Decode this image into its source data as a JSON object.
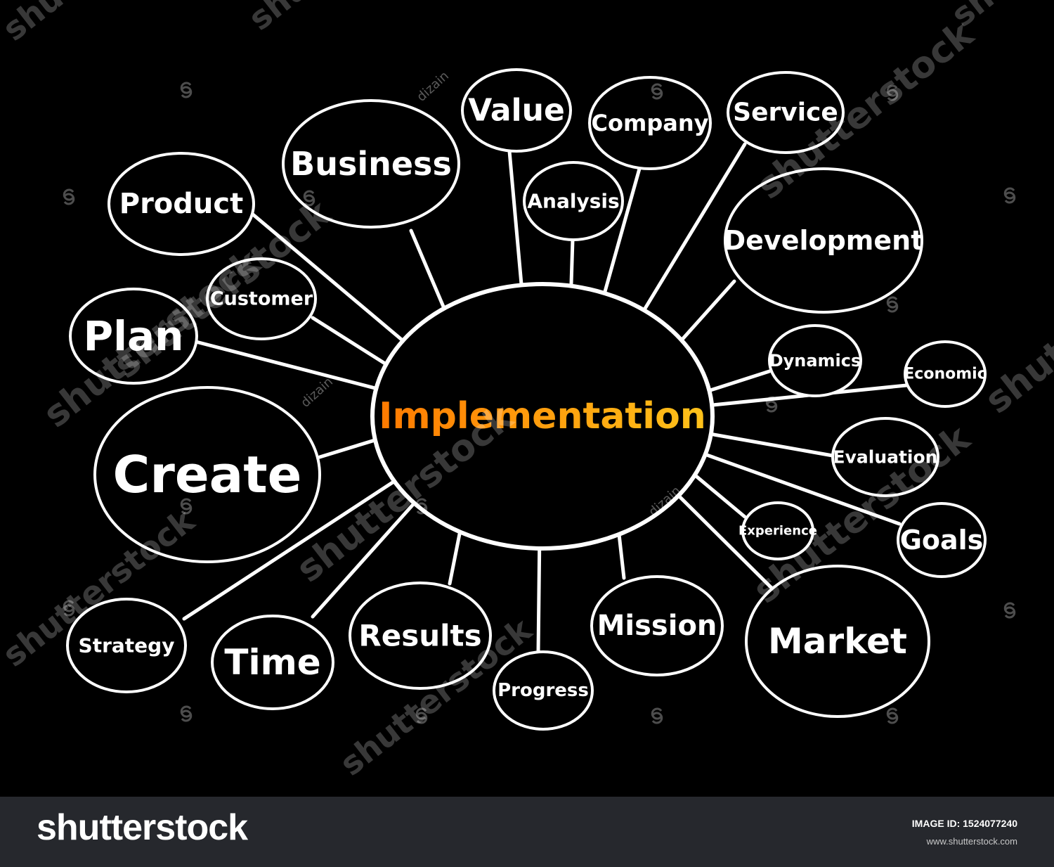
{
  "colors": {
    "background": "#000000",
    "stroke": "#ffffff",
    "text": "#ffffff",
    "center_gradient_start": "#ff7a00",
    "center_gradient_end": "#ffc21a",
    "footer_background": "#26282d"
  },
  "diagram": {
    "center": {
      "label": "Implementation"
    },
    "nodes": [
      {
        "id": "product",
        "label": "Product"
      },
      {
        "id": "business",
        "label": "Business"
      },
      {
        "id": "value",
        "label": "Value"
      },
      {
        "id": "company",
        "label": "Company"
      },
      {
        "id": "service",
        "label": "Service"
      },
      {
        "id": "analysis",
        "label": "Analysis"
      },
      {
        "id": "development",
        "label": "Development"
      },
      {
        "id": "customer",
        "label": "Customer"
      },
      {
        "id": "plan",
        "label": "Plan"
      },
      {
        "id": "create",
        "label": "Create"
      },
      {
        "id": "dynamics",
        "label": "Dynamics"
      },
      {
        "id": "economic",
        "label": "Economic"
      },
      {
        "id": "evaluation",
        "label": "Evaluation"
      },
      {
        "id": "experience",
        "label": "Experience"
      },
      {
        "id": "goals",
        "label": "Goals"
      },
      {
        "id": "strategy",
        "label": "Strategy"
      },
      {
        "id": "time",
        "label": "Time"
      },
      {
        "id": "results",
        "label": "Results"
      },
      {
        "id": "progress",
        "label": "Progress"
      },
      {
        "id": "mission",
        "label": "Mission"
      },
      {
        "id": "market",
        "label": "Market"
      }
    ]
  },
  "watermark": {
    "text": "shutterstock",
    "author": "dizain"
  },
  "footer": {
    "logo": "shutterstock",
    "image_id": "IMAGE ID: 1524077240",
    "site": "www.shutterstock.com"
  }
}
